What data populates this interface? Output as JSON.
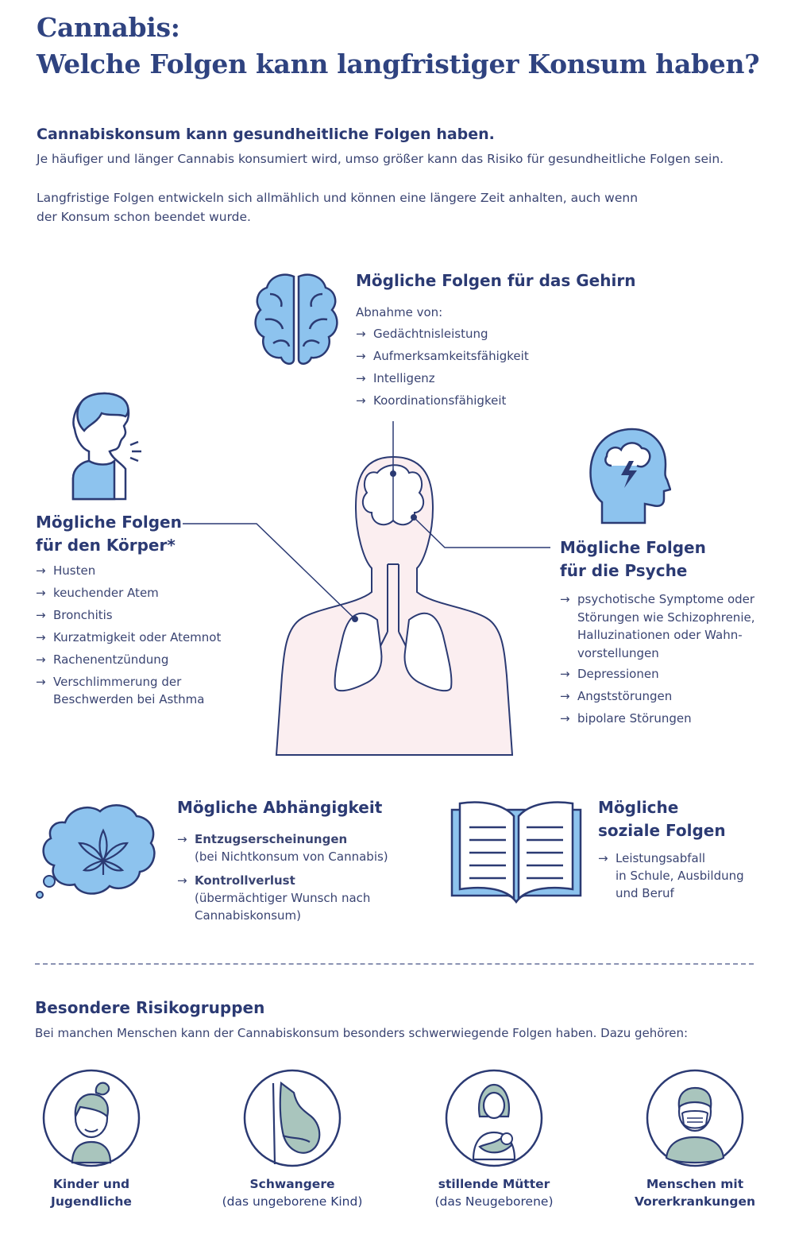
{
  "header": {
    "title_line1": "Cannabis:",
    "title_line2": "Welche Folgen kann langfristiger Konsum haben?"
  },
  "intro": {
    "heading": "Cannabiskonsum kann gesundheitliche Folgen haben.",
    "paragraph1": "Je häufiger und länger Cannabis konsumiert wird, umso größer kann das Risiko für gesundheitliche Folgen sein.",
    "paragraph2_line1": "Langfristige Folgen entwickeln sich allmählich und können eine längere Zeit anhalten, auch wenn",
    "paragraph2_line2": "der Konsum schon beendet wurde."
  },
  "brain": {
    "title": "Mögliche Folgen für das Gehirn",
    "lead": "Abnahme von:",
    "items": [
      "Gedächtnisleistung",
      "Aufmerksamkeitsfähigkeit",
      "Intelligenz",
      "Koordinationsfähigkeit"
    ]
  },
  "body": {
    "title_line1": "Mögliche Folgen",
    "title_line2": "für den Körper*",
    "items": [
      "Husten",
      "keuchender Atem",
      "Bronchitis",
      "Kurzatmigkeit oder Atemnot",
      "Rachenentzündung"
    ],
    "last_item_line1": "Verschlimmerung der",
    "last_item_line2": "Beschwerden bei Asthma"
  },
  "psyche": {
    "title_line1": "Mögliche Folgen",
    "title_line2": "für die Psyche",
    "first_item_lines": [
      "psychotische Symptome oder",
      "Störungen wie Schizophrenie,",
      "Halluzinationen oder Wahn-",
      "vorstellungen"
    ],
    "items": [
      "Depressionen",
      "Angststörungen",
      "bipolare Störungen"
    ]
  },
  "dependency": {
    "title": "Mögliche Abhängigkeit",
    "item1_bold": "Entzugserscheinungen",
    "item1_sub": "(bei Nichtkonsum von Cannabis)",
    "item2_bold": "Kontrollverlust",
    "item2_sub_line1": "(übermächtiger Wunsch nach",
    "item2_sub_line2": "Cannabiskonsum)"
  },
  "social": {
    "title_line1": "Mögliche",
    "title_line2": "soziale Folgen",
    "item_line1": "Leistungsabfall",
    "item_line2": "in Schule, Ausbildung",
    "item_line3": "und Beruf"
  },
  "risk": {
    "heading": "Besondere Risikogruppen",
    "text": "Bei manchen Menschen kann der Cannabiskonsum besonders schwerwiegende Folgen haben. Dazu gehören:",
    "groups": [
      {
        "line1": "Kinder und",
        "line2": "Jugendliche"
      },
      {
        "line1": "Schwangere",
        "line2": "(das ungeborene Kind)"
      },
      {
        "line1": "stillende Mütter",
        "line2": "(das Neugeborene)"
      },
      {
        "line1": "Menschen mit",
        "line2": "Vorerkrankungen"
      }
    ]
  },
  "symbols": {
    "arrow": "→"
  },
  "colors": {
    "navy": "#2b3a73",
    "light_blue": "#8dc3ee",
    "pink": "#fbeef0",
    "sage": "#a9c5bd"
  }
}
